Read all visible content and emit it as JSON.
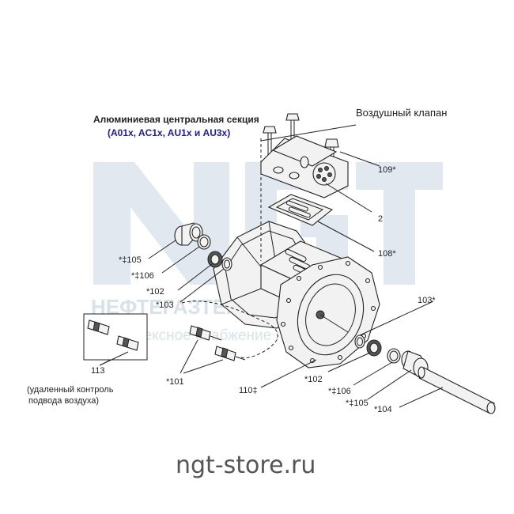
{
  "header": {
    "title": "Алюминиевая центральная секция",
    "subtitle": "(A01x, AC1x, AU1x и AU3x)",
    "subtitle_color": "#1a1aa6"
  },
  "valve_label": "Воздушный клапан",
  "watermark": {
    "logo": "NGT",
    "company": "НЕФТЕГАЗТЕХНОЛОГИИ",
    "tagline": "комплексное снабжение предприятий",
    "color": "#c9d6e2"
  },
  "callouts": {
    "p109": "109*",
    "p2": "2",
    "p108": "108*",
    "p105_left": "*‡105",
    "p106_left": "*‡106",
    "p102_left": "*102",
    "p103_left": "*103",
    "p103_right": "103*",
    "p113": "113",
    "p113_note_line1": "(удаленный контроль",
    "p113_note_line2": "подвода воздуха)",
    "p101": "*101",
    "p110": "110‡",
    "p102_right": "*102",
    "p106_right": "*‡106",
    "p105_right": "*‡105",
    "p104": "*104"
  },
  "footer": {
    "site": "ngt-store.ru"
  }
}
